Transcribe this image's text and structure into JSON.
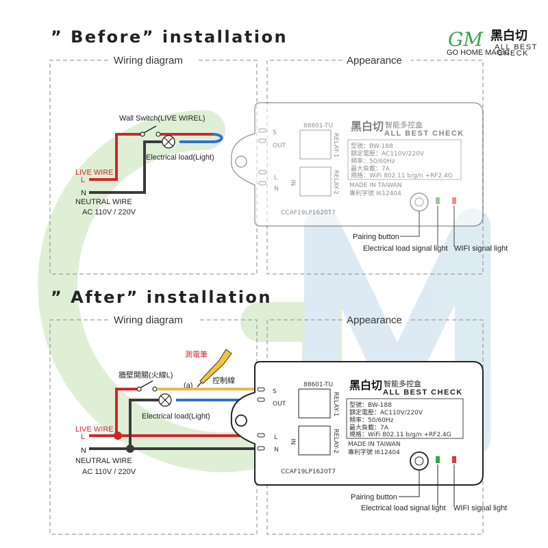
{
  "logo": {
    "mark": "GM",
    "tagline": "GO HOME MAGIC",
    "cn_name": "黑白切",
    "en_name_line1": "ALL BEST",
    "en_name_line2": "CHECK"
  },
  "colors": {
    "live": "#d0262b",
    "neutral": "#3a3a3a",
    "load": "#2f6fd0",
    "control": "#e8b84a",
    "led_green": "#3aa24a",
    "led_red": "#d8383a",
    "watermark_green": "#cfe7c4",
    "watermark_blue": "#cfe3f0"
  },
  "before": {
    "title": "” Before” installation",
    "wiring_label": "Wiring diagram",
    "appearance_label": "Appearance",
    "switch_label": "Wall Switch(LIVE WIREL)",
    "load_label": "Electrical load(Light)",
    "live_wire_label": "LIVE WIRE",
    "live_wire_letter": "L",
    "neutral_letter": "N",
    "neutral_wire_label": "NEUTRAL WIRE",
    "voltage_label": "AC 110V / 220V"
  },
  "after": {
    "title": "” After” installation",
    "wiring_label": "Wiring diagram",
    "appearance_label": "Appearance",
    "switch_label": "牆壁開關(火線L)",
    "tester_label": "測電筆",
    "point_a_label": "(a)",
    "control_wire_label": "控制線",
    "load_label": "Electrical load(Light)",
    "live_wire_label": "LIVE WIRE",
    "live_wire_letter": "L",
    "neutral_letter": "N",
    "neutral_wire_label": "NEUTRAL WIRE",
    "voltage_label": "AC 110V / 220V"
  },
  "device": {
    "board_code": "88601-TU",
    "relay1": "RELAY-1",
    "relay2": "RELAY-2",
    "s_label": "S",
    "out_label": "OUT",
    "l_label": "L",
    "n_label": "N",
    "in_label": "IN",
    "brand_cn": "黑白切",
    "brand_sub_cn": "智能多控盒",
    "brand_en": "ALL BEST CHECK",
    "spec_model": "型號：BW-188",
    "spec_voltage": "額定電壓：AC110V/220V",
    "spec_freq": "頻率：50/60Hz",
    "spec_load": "最大負載：7A",
    "spec_wifi": "規格：WiFi 802.11 b/g/n  +RF2.4G",
    "made_in": "MADE IN TAIWAN",
    "patent": "專利字號 I612404",
    "cert": "CCAF19LP1620T7",
    "pairing_button": "Pairing button",
    "load_signal_light": "Electrical load signal light",
    "wifi_signal_light": "WIFI signal light"
  }
}
